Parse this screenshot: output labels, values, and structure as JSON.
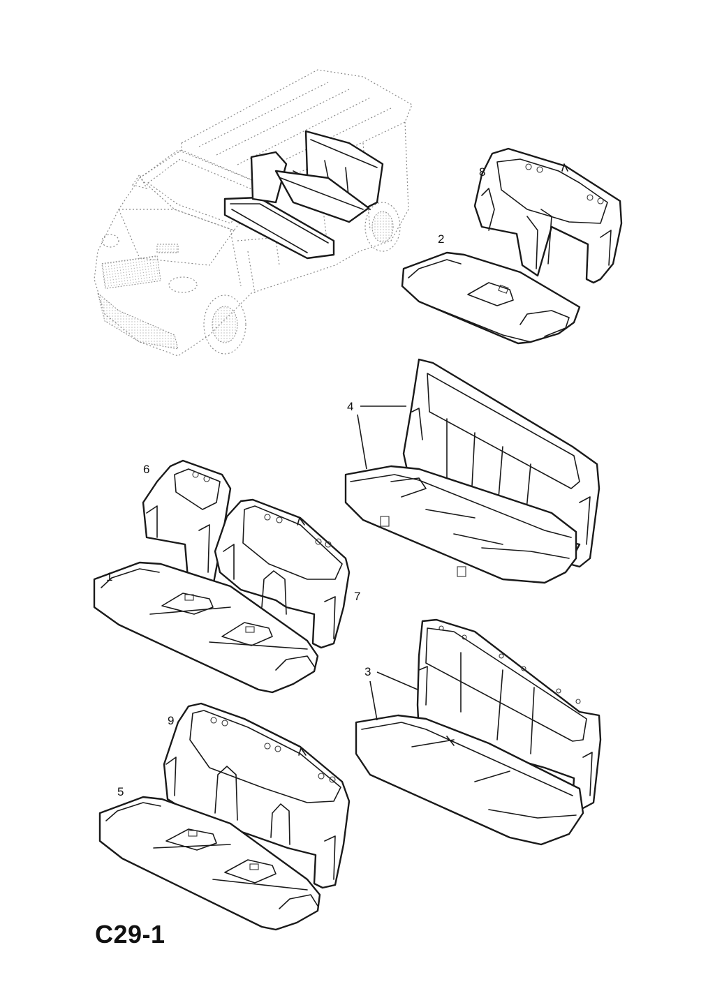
{
  "diagram": {
    "code": "C29-1",
    "callouts": [
      "1",
      "2",
      "3",
      "4",
      "5",
      "6",
      "7",
      "8",
      "9"
    ]
  }
}
